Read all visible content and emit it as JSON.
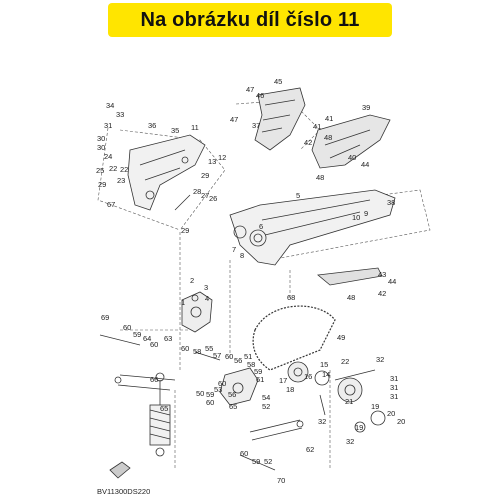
{
  "banner": {
    "text": "Na obrázku díl číslo 11",
    "color": "#ffe500"
  },
  "diagram_code": "BV11300DS220",
  "callouts": [
    "34",
    "33",
    "36",
    "35",
    "11",
    "31",
    "30",
    "30",
    "12",
    "24",
    "13",
    "22",
    "29",
    "22",
    "25",
    "23",
    "29",
    "26",
    "67",
    "28",
    "27",
    "29",
    "47",
    "46",
    "45",
    "47",
    "37",
    "39",
    "41",
    "41",
    "42",
    "48",
    "40",
    "44",
    "48",
    "38",
    "5",
    "6",
    "10",
    "9",
    "7",
    "8",
    "68",
    "3",
    "4",
    "2",
    "1",
    "42",
    "43",
    "44",
    "48",
    "49",
    "69",
    "60",
    "59",
    "64",
    "60",
    "63",
    "60",
    "58",
    "55",
    "57",
    "60",
    "56",
    "51",
    "58",
    "59",
    "61",
    "60",
    "50",
    "53",
    "54",
    "52",
    "66",
    "65",
    "60",
    "65",
    "56",
    "59",
    "17",
    "18",
    "16",
    "15",
    "22",
    "14",
    "32",
    "31",
    "31",
    "31",
    "21",
    "19",
    "20",
    "20",
    "32",
    "62",
    "19",
    "32",
    "60",
    "59",
    "52",
    "70"
  ]
}
